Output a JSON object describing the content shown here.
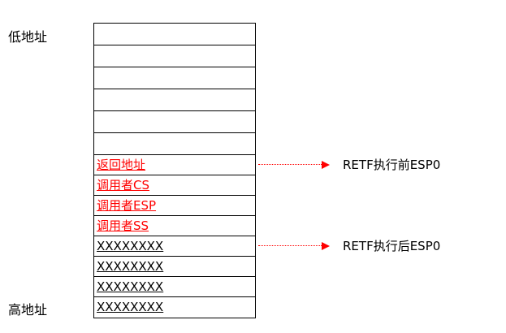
{
  "labels": {
    "low_address": "低地址",
    "high_address": "高地址"
  },
  "stack": {
    "empty_rows": 6,
    "rows": [
      {
        "text": "返回地址",
        "color": "red",
        "underline": true
      },
      {
        "text": "调用者CS",
        "color": "red",
        "underline": true
      },
      {
        "text": "调用者ESP",
        "color": "red",
        "underline": true
      },
      {
        "text": "调用者SS",
        "color": "red",
        "underline": true
      },
      {
        "text": "XXXXXXXX",
        "color": "black",
        "underline": true
      },
      {
        "text": "XXXXXXXX",
        "color": "black",
        "underline": true
      },
      {
        "text": "XXXXXXXX",
        "color": "black",
        "underline": true
      },
      {
        "text": "XXXXXXXX",
        "color": "black",
        "underline": true
      }
    ]
  },
  "annotations": [
    {
      "label": "RETF执行前ESP0",
      "row_index": 0
    },
    {
      "label": "RETF执行后ESP0",
      "row_index": 4
    }
  ],
  "colors": {
    "accent_red": "#ff0000",
    "text_black": "#000000",
    "border_black": "#000000"
  }
}
